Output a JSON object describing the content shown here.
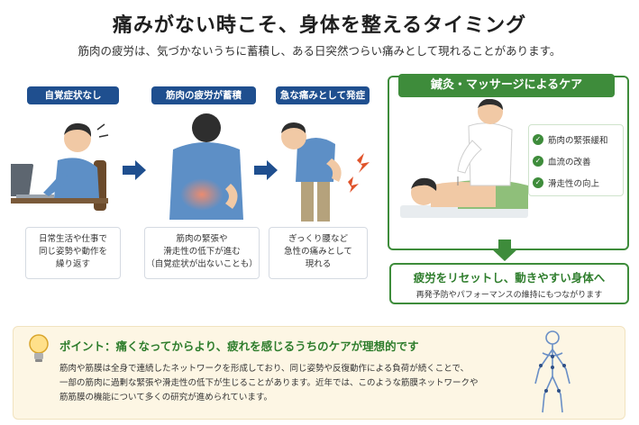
{
  "title": "痛みがない時こそ、身体を整えるタイミング",
  "subtitle": "筋肉の疲労は、気づかないうちに蓄積し、ある日突然つらい痛みとして現れることがあります。",
  "stages": [
    {
      "label": "自覚症状なし",
      "lines": [
        "日常生活や仕事で",
        "同じ姿勢や動作を",
        "繰り返す"
      ]
    },
    {
      "label": "筋肉の疲労が蓄積",
      "lines": [
        "筋肉の緊張や",
        "滑走性の低下が進む",
        "（自覚症状が出ないことも）"
      ]
    },
    {
      "label": "急な痛みとして発症",
      "lines": [
        "ぎっくり腰など",
        "急性の痛みとして",
        "現れる"
      ]
    }
  ],
  "care": {
    "heading": "鍼灸・マッサージによるケア",
    "benefits": [
      "筋肉の緊張緩和",
      "血流の改善",
      "滑走性の向上"
    ]
  },
  "result": {
    "main": "疲労をリセットし、動きやすい身体へ",
    "sub": "再発予防やパフォーマンスの維持にもつながります"
  },
  "point": {
    "title": "ポイント：痛くなってからより、疲れを感じるうちのケアが理想的です",
    "lines": [
      "筋肉や筋膜は全身で連続したネットワークを形成しており、同じ姿勢や反復動作による負荷が続くことで、",
      "一部の筋肉に過剰な緊張や滑走性の低下が生じることがあります。近年では、このような筋膜ネットワークや",
      "筋筋膜の機能について多くの研究が進められています。"
    ]
  },
  "colors": {
    "navy": "#1f4f8f",
    "green": "#3e8c3b",
    "cream": "#fdf6e4"
  },
  "icons": [
    "arrow-right-icon",
    "arrow-down-icon",
    "check-icon",
    "lightbulb-icon",
    "anatomy-figure-icon"
  ]
}
